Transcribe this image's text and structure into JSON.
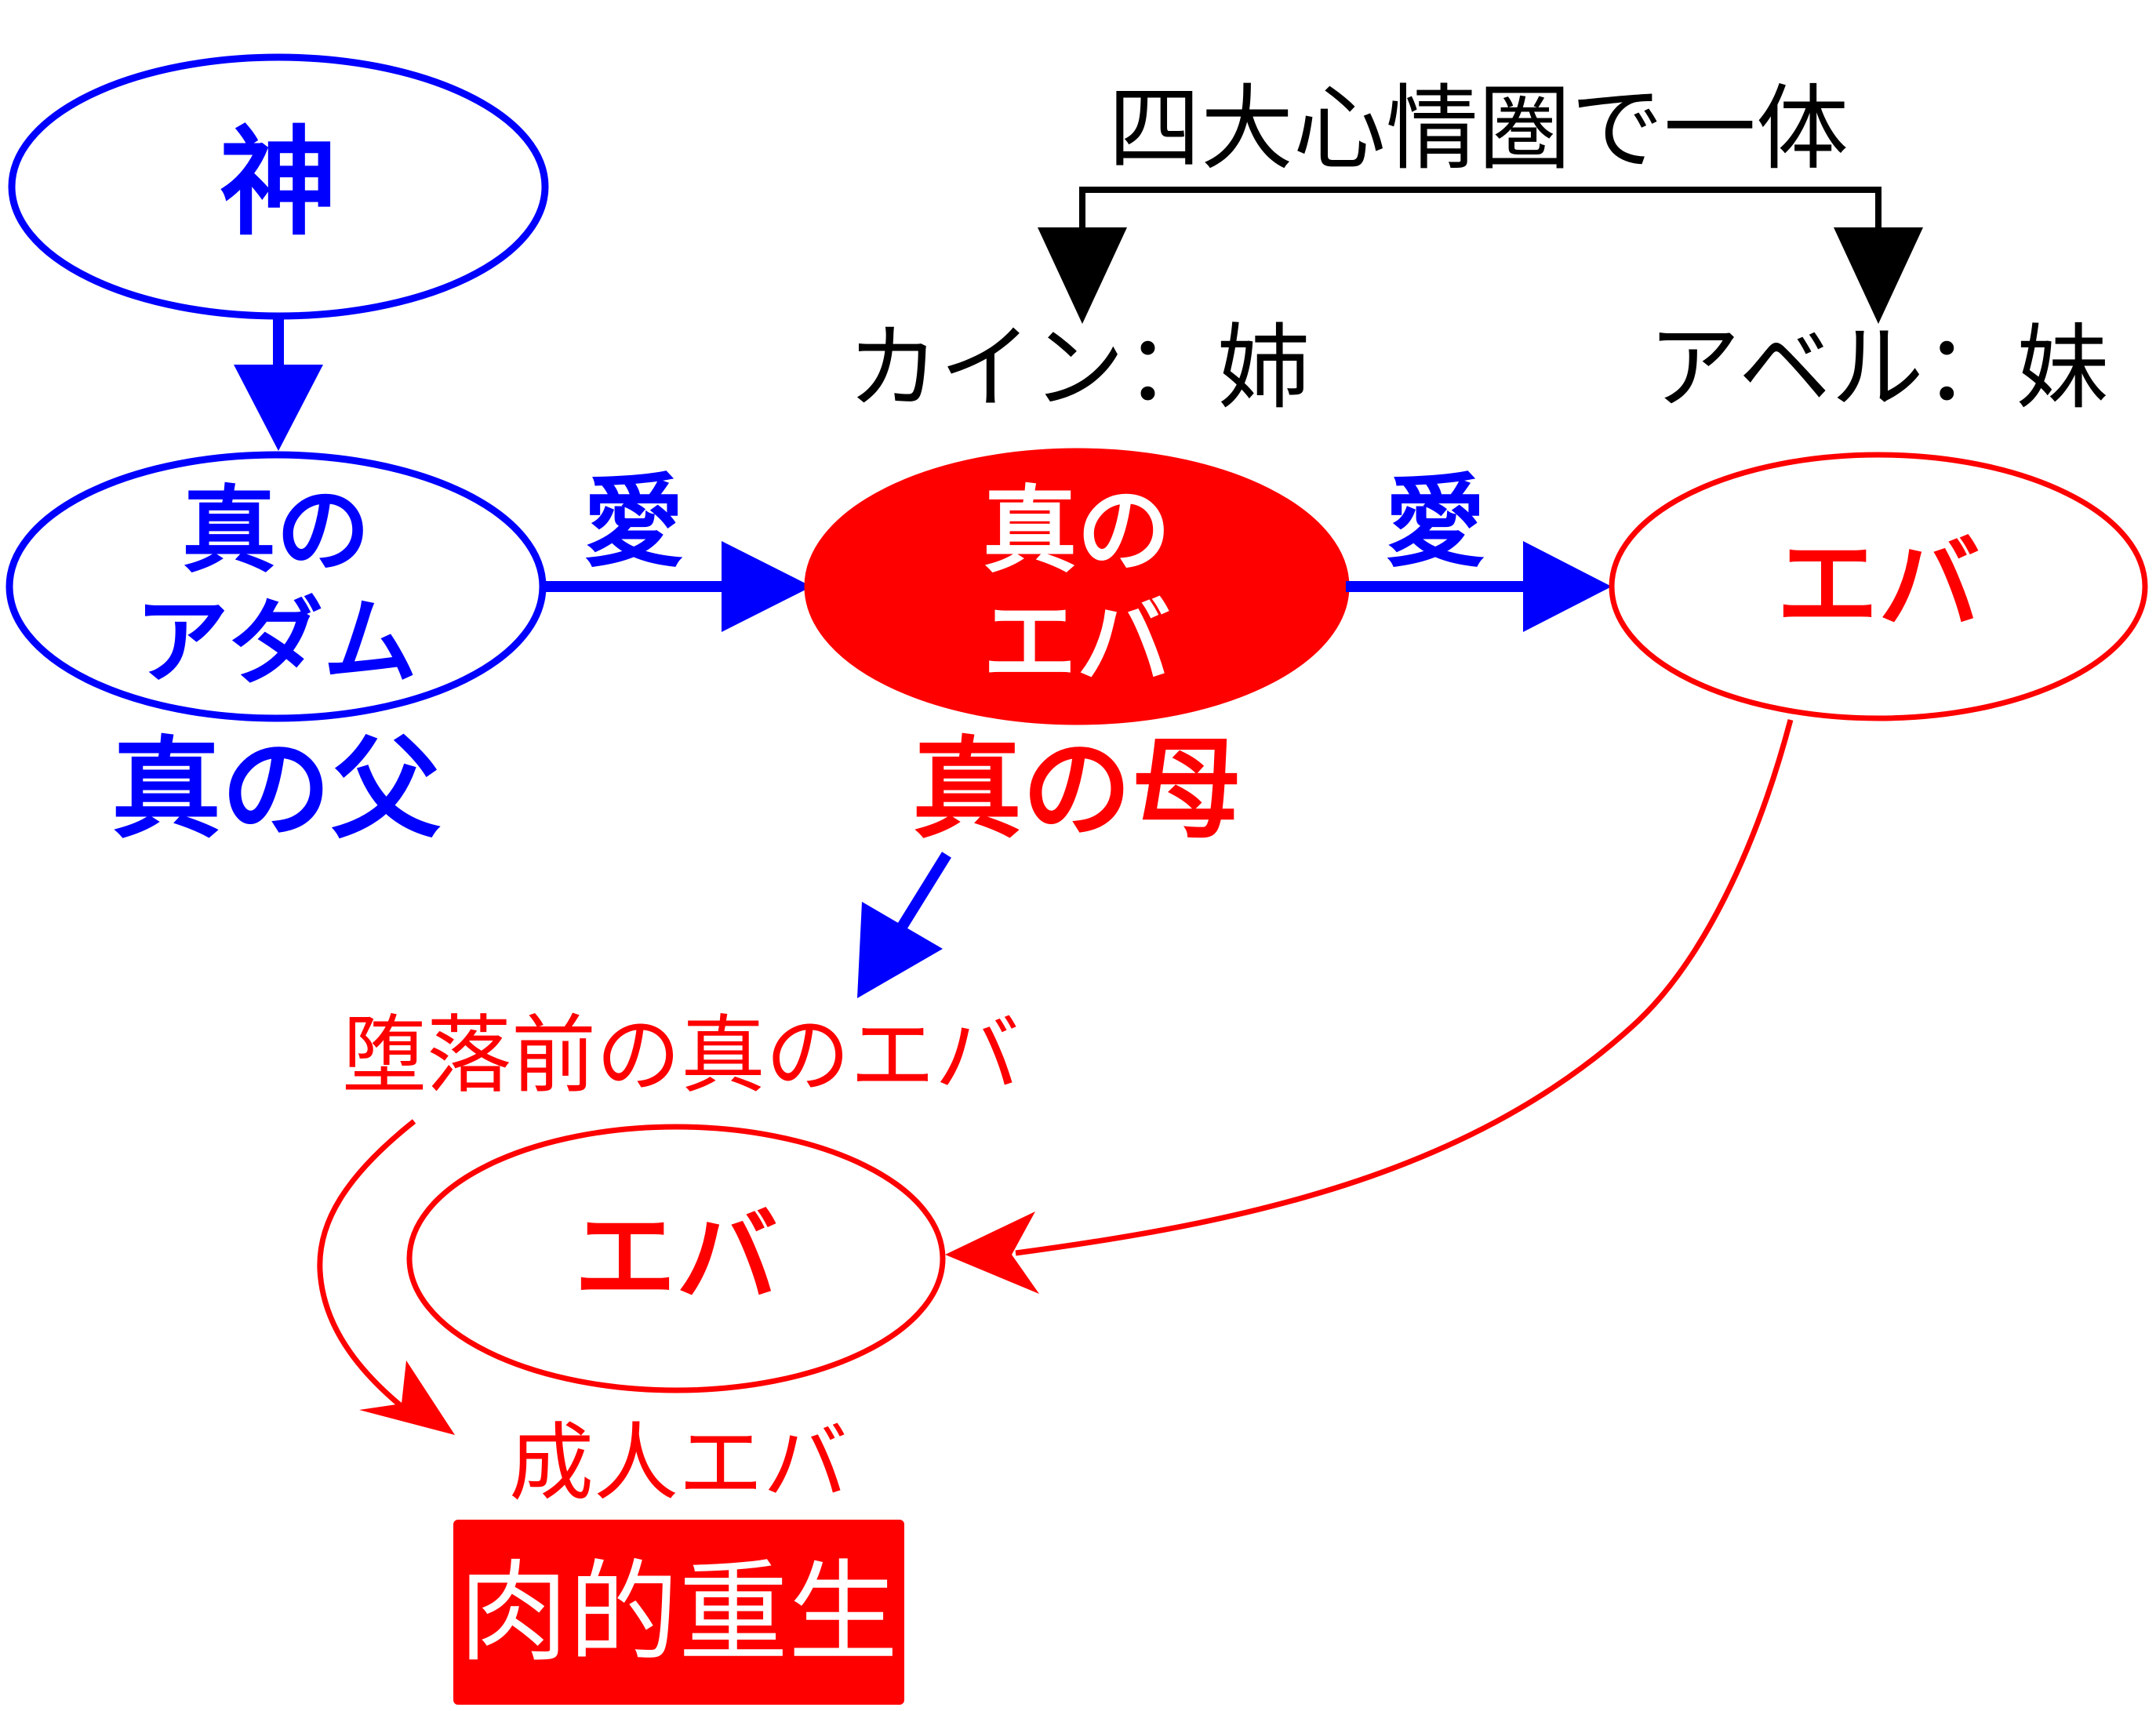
{
  "colors": {
    "blue": "#0000ff",
    "red": "#ff0000",
    "black": "#000000",
    "white": "#ffffff"
  },
  "nodes": {
    "god": "神",
    "true_adam_line1": "真の",
    "true_adam_line2": "アダム",
    "true_eve_line1": "真の",
    "true_eve_line2": "エバ",
    "eve_right": "エバ",
    "eve_bottom": "エバ"
  },
  "labels": {
    "true_father": "真の父",
    "true_mother": "真の母",
    "love_left": "愛",
    "love_right": "愛",
    "four_realms": "四大心情圏で一体",
    "cain_sister": "カイン：姉",
    "abel_sister": "アベル：妹",
    "prefall_true_eve": "堕落前の真のエバ",
    "adult_eve": "成人エバ",
    "physical_rebirth": "肉的重生"
  }
}
